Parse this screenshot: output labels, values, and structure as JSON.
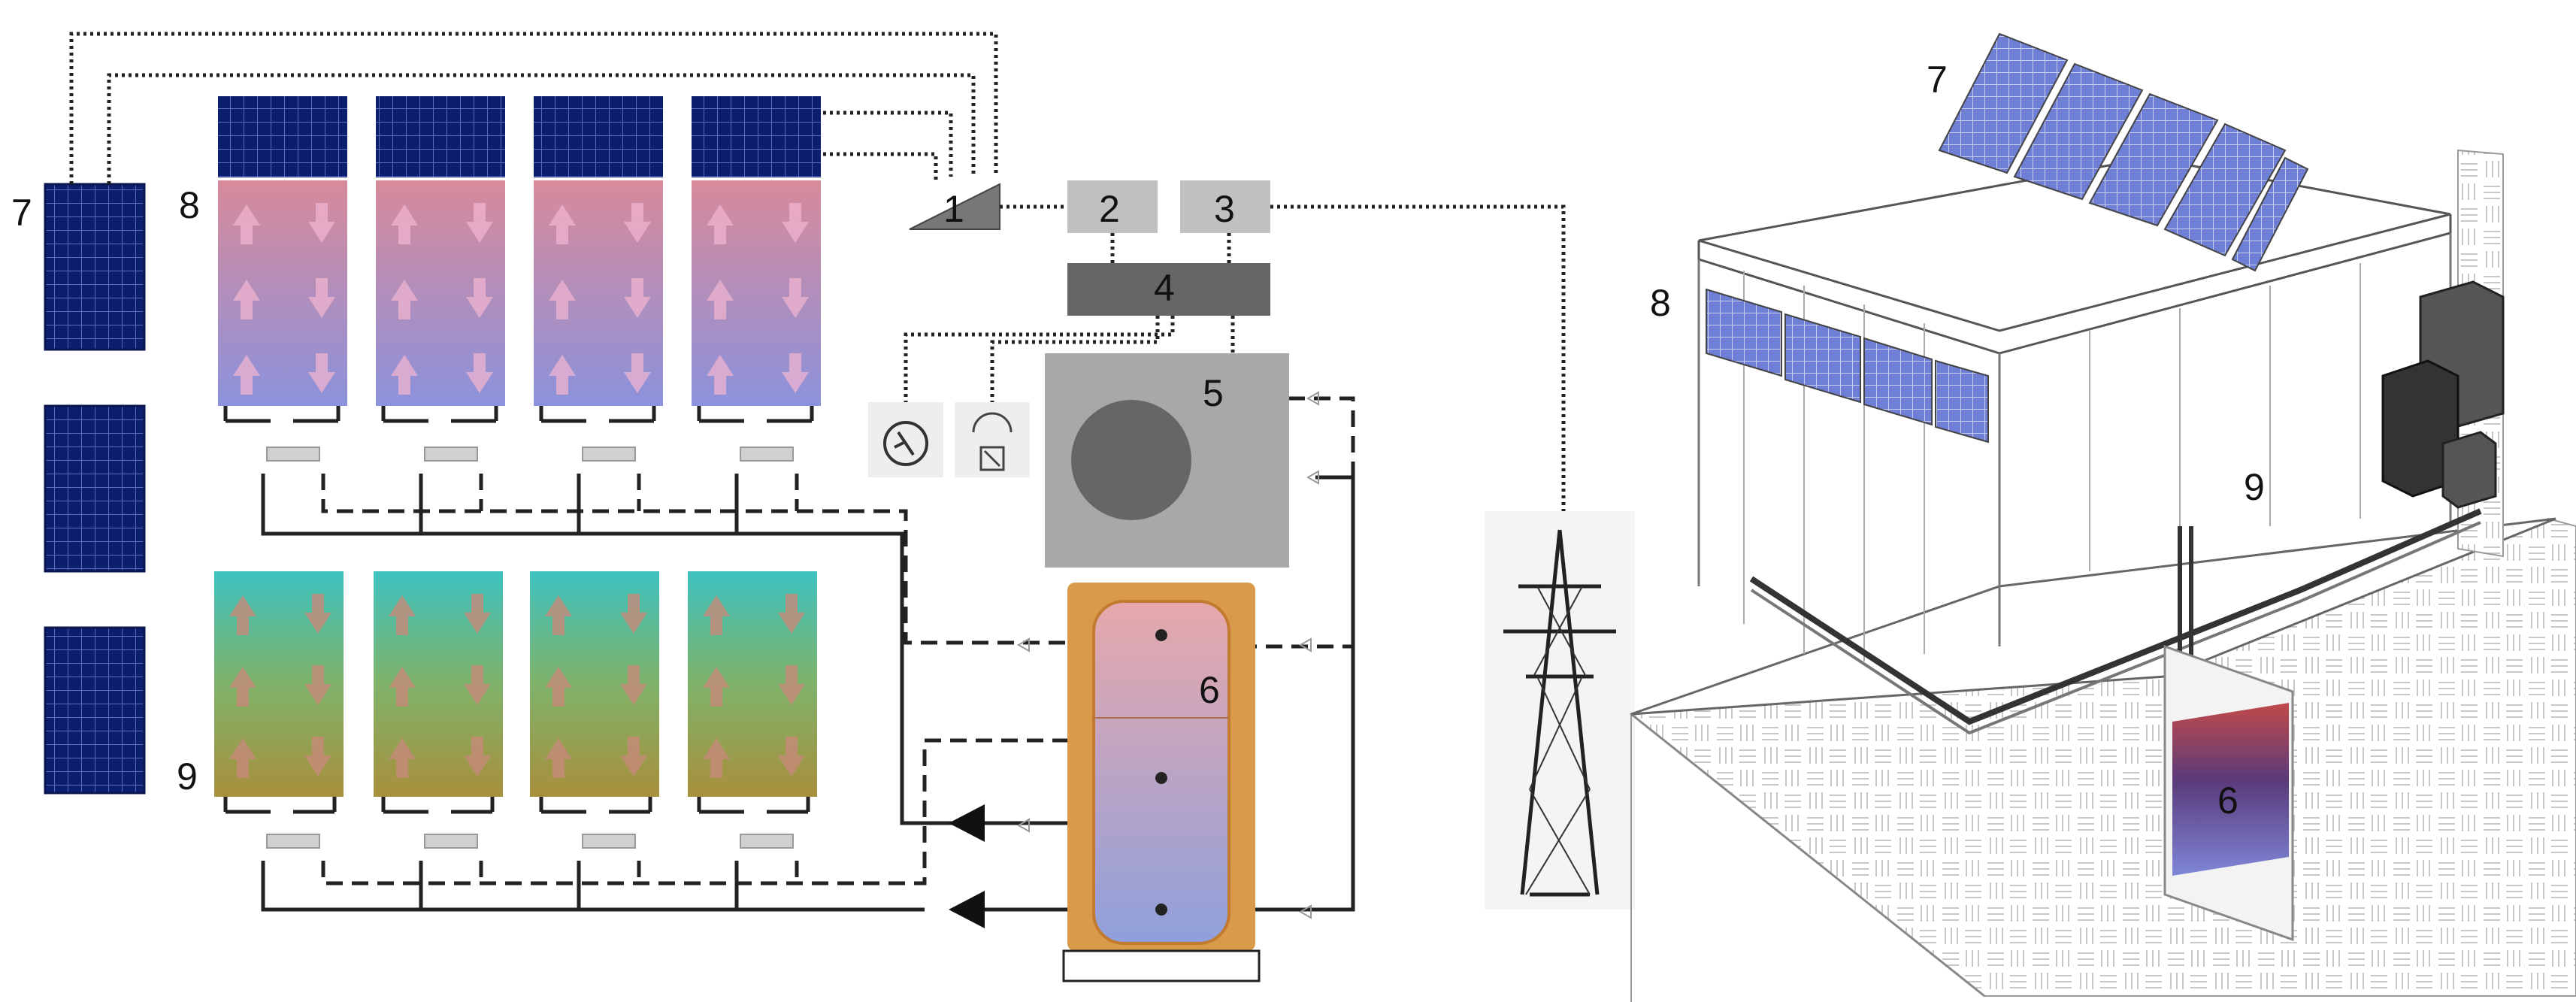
{
  "labels": {
    "l1": "1",
    "l2": "2",
    "l3": "3",
    "l4": "4",
    "l5": "5",
    "l6": "6",
    "l7": "7",
    "l8": "8",
    "l9": "9",
    "r6": "6",
    "r7": "7",
    "r8": "8",
    "r9": "9"
  },
  "colors": {
    "pv_blue": "#0c1f6e",
    "pv_grid": "#7f8fcf",
    "wall_top": "#d88a9a",
    "wall_bottom": "#8b92dc",
    "floor_top": "#3fc3c0",
    "floor_bottom": "#a88f3c",
    "tank_top": "#e7a8ab",
    "tank_bottom": "#8fa0dc",
    "insulation": "#d99a4a",
    "device_light": "#bdbdbd",
    "device_dark": "#666666"
  },
  "icons": {
    "inverter": "inverter-icon",
    "socket": "power-socket-icon",
    "appliance": "appliance-icon",
    "pump": "pump-icon",
    "pylon": "power-pylon-icon"
  }
}
